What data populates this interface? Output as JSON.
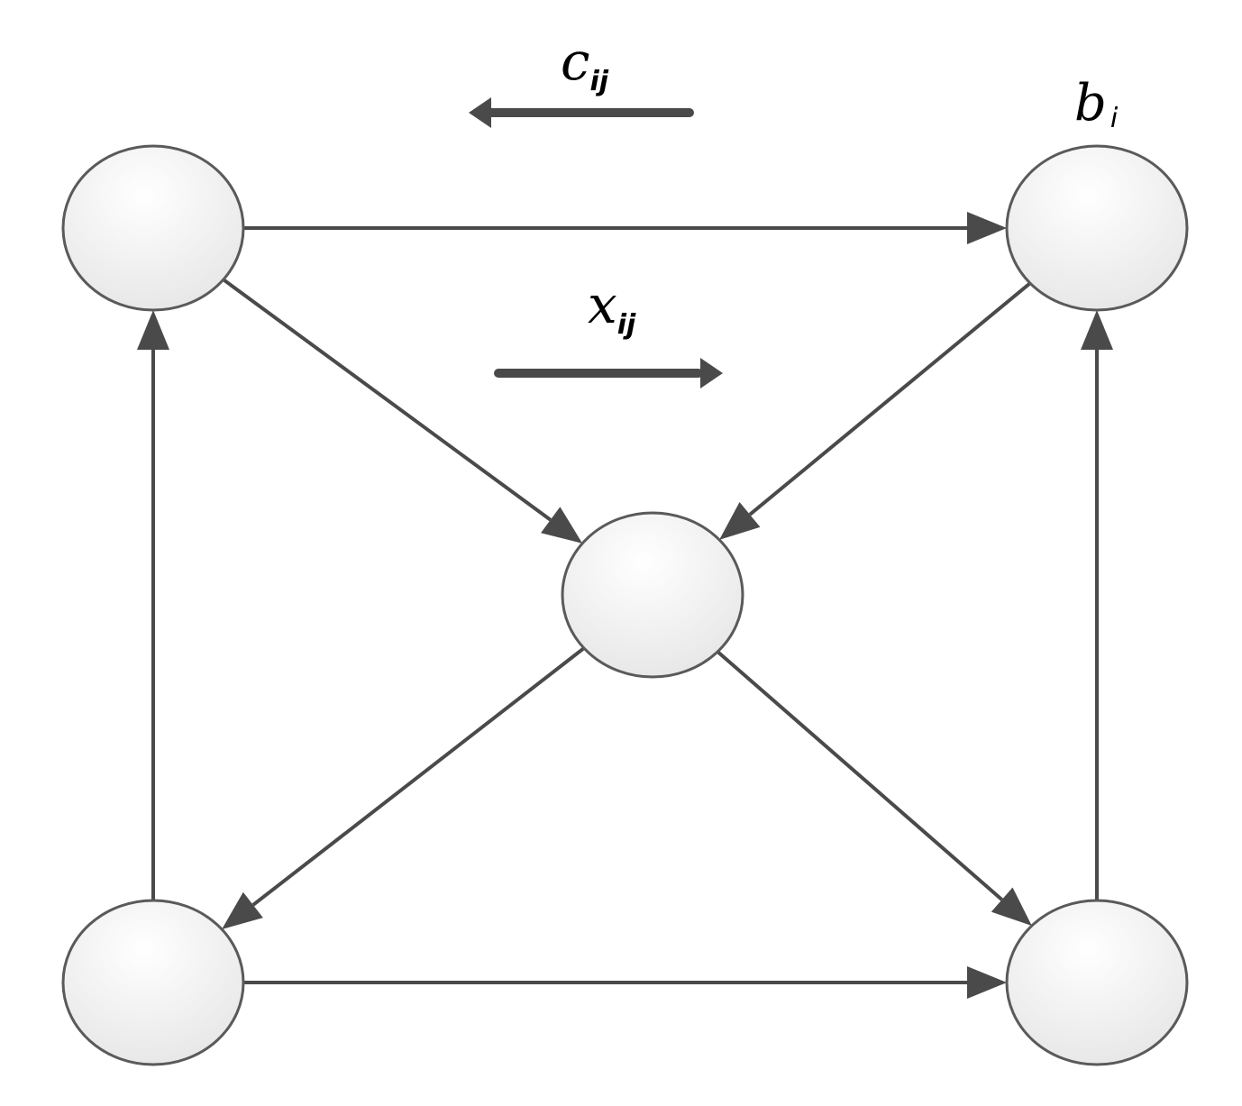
{
  "colors": {
    "edge": "#4a4a4a",
    "node_stroke": "#5a5a5a",
    "node_fill_light": "#ffffff",
    "node_fill_dark": "#e8e8e8",
    "legend_arrow": "#4a4a4a"
  },
  "labels": {
    "cost_symbol": "c",
    "cost_subscript": "ij",
    "flow_symbol": "x",
    "flow_subscript": "ij",
    "supply_symbol": "b",
    "supply_subscript": "i"
  },
  "nodes": [
    {
      "id": "top-left",
      "label": ""
    },
    {
      "id": "top-right",
      "label": ""
    },
    {
      "id": "center",
      "label": ""
    },
    {
      "id": "bottom-left",
      "label": ""
    },
    {
      "id": "bottom-right",
      "label": ""
    }
  ],
  "edges": [
    {
      "from": "top-left",
      "to": "top-right"
    },
    {
      "from": "top-left",
      "to": "center"
    },
    {
      "from": "top-right",
      "to": "center"
    },
    {
      "from": "center",
      "to": "bottom-left"
    },
    {
      "from": "center",
      "to": "bottom-right"
    },
    {
      "from": "bottom-left",
      "to": "bottom-right"
    },
    {
      "from": "bottom-left",
      "to": "top-left"
    },
    {
      "from": "bottom-right",
      "to": "top-right"
    }
  ]
}
